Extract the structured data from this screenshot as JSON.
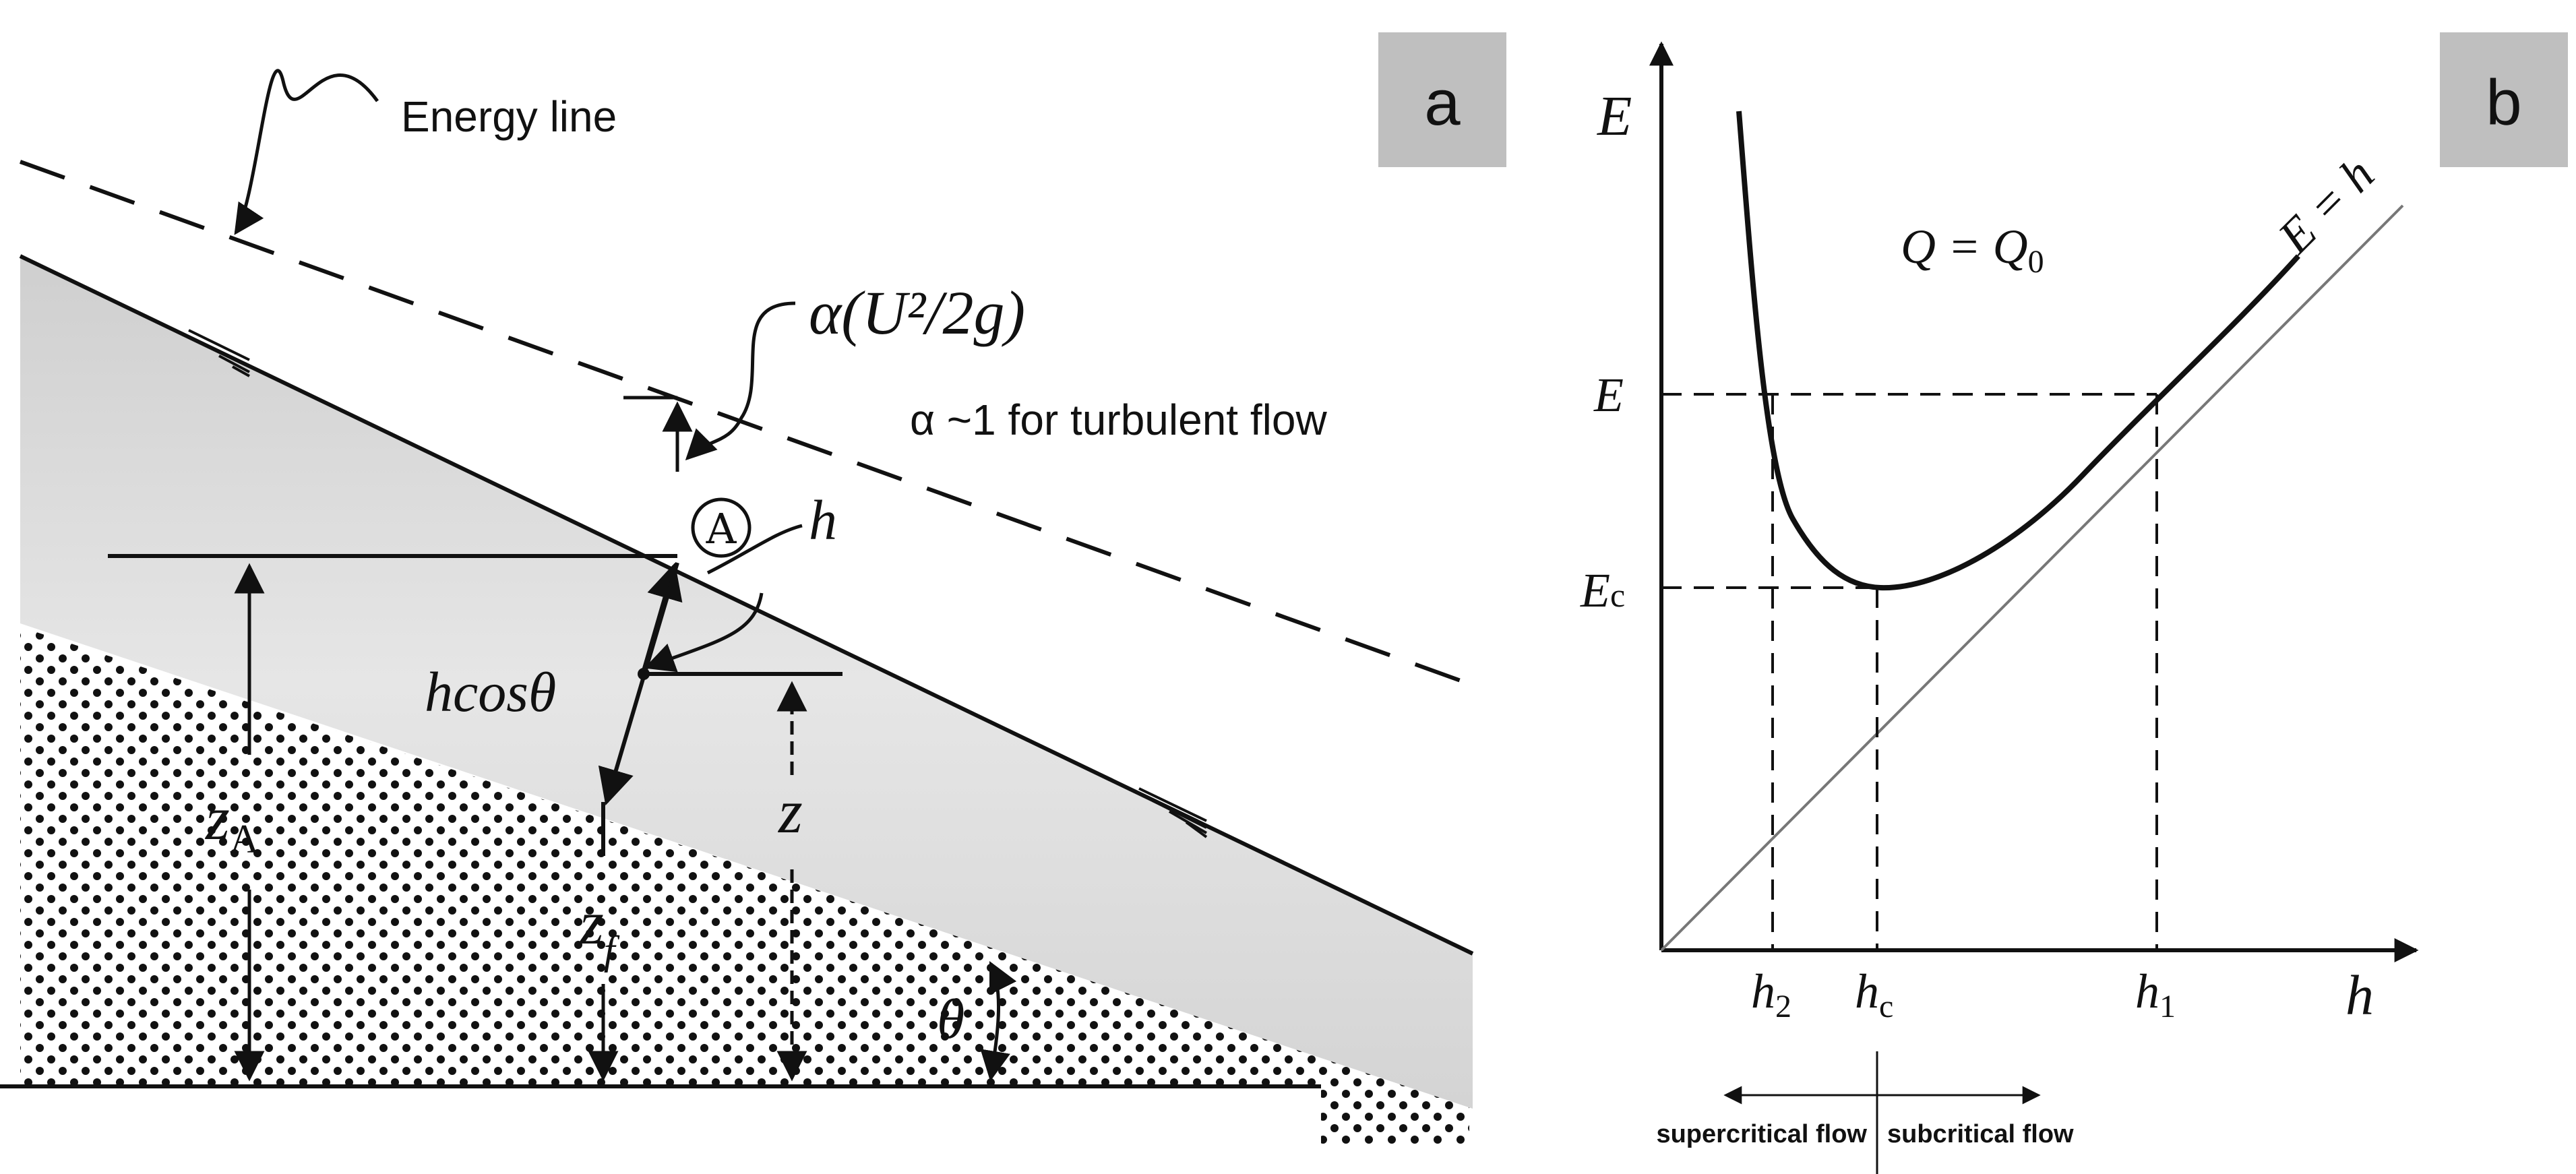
{
  "panel_a": {
    "tag": "a",
    "energy_line_label": "Energy line",
    "velocity_head": "α(U²/2g)",
    "alpha_note": "α ~1 for turbulent flow",
    "point_label": "A",
    "depth_label": "h",
    "hcos_label": "hcosθ",
    "z_a_label": "z",
    "z_a_sub": "A",
    "z_label": "z",
    "z_f_label": "z",
    "z_f_sub": "f",
    "theta_label": "θ"
  },
  "panel_b": {
    "tag": "b",
    "y_axis_label": "E",
    "x_axis_label": "h",
    "curve_label": "Q = Q",
    "curve_label_sub": "0",
    "line_label": "E = h",
    "e_tick": "E",
    "ec_tick": "E",
    "ec_tick_sub": "c",
    "h2_tick": "h",
    "h2_sub": "2",
    "hc_tick": "h",
    "hc_sub": "c",
    "h1_tick": "h",
    "h1_sub": "1",
    "supercritical": "supercritical flow",
    "subcritical": "subcritical flow"
  },
  "colors": {
    "water": "#d9d9d9",
    "tag_box": "#bfbfbf",
    "line": "#111111",
    "thin_line": "#777777"
  }
}
